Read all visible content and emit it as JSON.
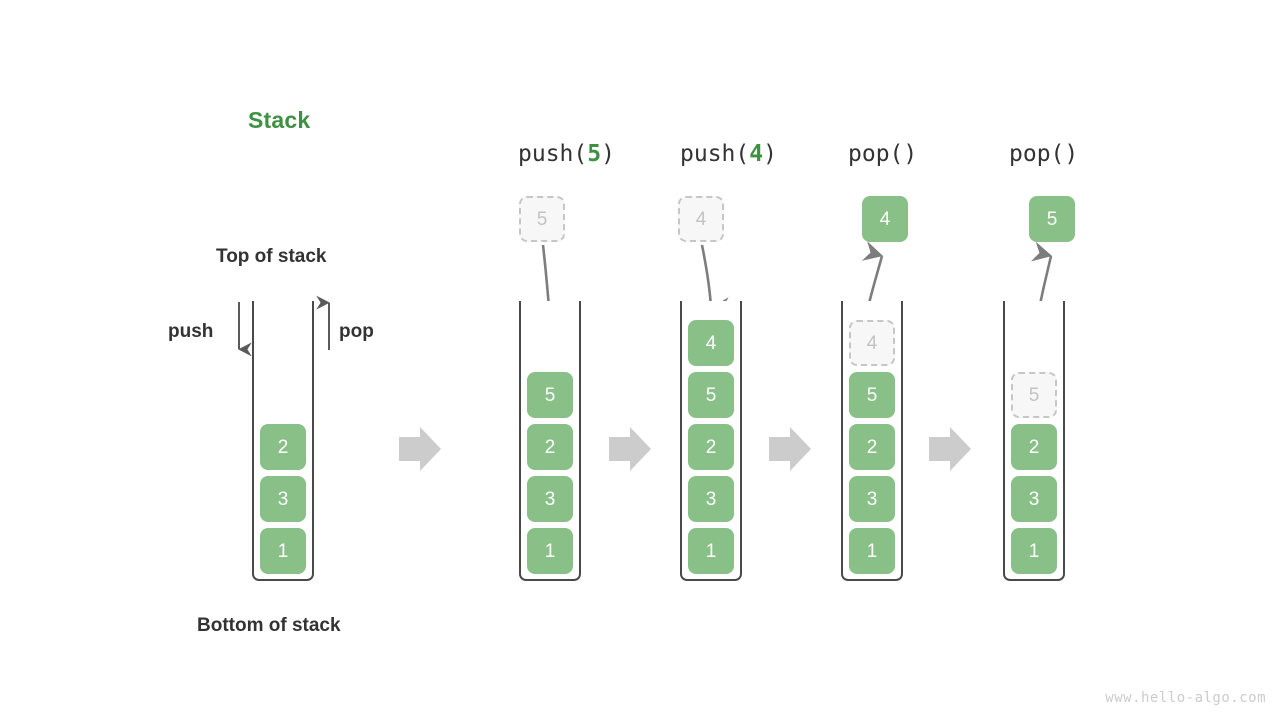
{
  "diagram": {
    "title": "Stack",
    "title_color": "#3f9142",
    "accent_green": "#89c088",
    "ghost_gray": "#c3c3c3",
    "arrow_gray": "#808080",
    "watermark": "www.hello-algo.com"
  },
  "annotations": {
    "top_of_stack": "Top of stack",
    "bottom_of_stack": "Bottom of stack",
    "push_label": "push",
    "pop_label": "pop"
  },
  "panels": [
    {
      "id": "initial",
      "caption_prefix": "",
      "caption_arg": "",
      "caption_suffix": "",
      "floating": null,
      "cells": [
        "2",
        "3",
        "1"
      ],
      "ghost_index": -1
    },
    {
      "id": "push-5",
      "caption_prefix": "push(",
      "caption_arg": "5",
      "caption_suffix": ")",
      "floating": {
        "value": "5",
        "style": "ghost"
      },
      "cells": [
        "5",
        "2",
        "3",
        "1"
      ],
      "ghost_index": -1
    },
    {
      "id": "push-4",
      "caption_prefix": "push(",
      "caption_arg": "4",
      "caption_suffix": ")",
      "floating": {
        "value": "4",
        "style": "ghost"
      },
      "cells": [
        "4",
        "5",
        "2",
        "3",
        "1"
      ],
      "ghost_index": -1
    },
    {
      "id": "pop-1",
      "caption_prefix": "pop(",
      "caption_arg": "",
      "caption_suffix": ")",
      "floating": {
        "value": "4",
        "style": "filled"
      },
      "cells": [
        "4",
        "5",
        "2",
        "3",
        "1"
      ],
      "ghost_index": 0
    },
    {
      "id": "pop-2",
      "caption_prefix": "pop(",
      "caption_arg": "",
      "caption_suffix": ")",
      "floating": {
        "value": "5",
        "style": "filled"
      },
      "cells": [
        "5",
        "2",
        "3",
        "1"
      ],
      "ghost_index": 0
    }
  ]
}
